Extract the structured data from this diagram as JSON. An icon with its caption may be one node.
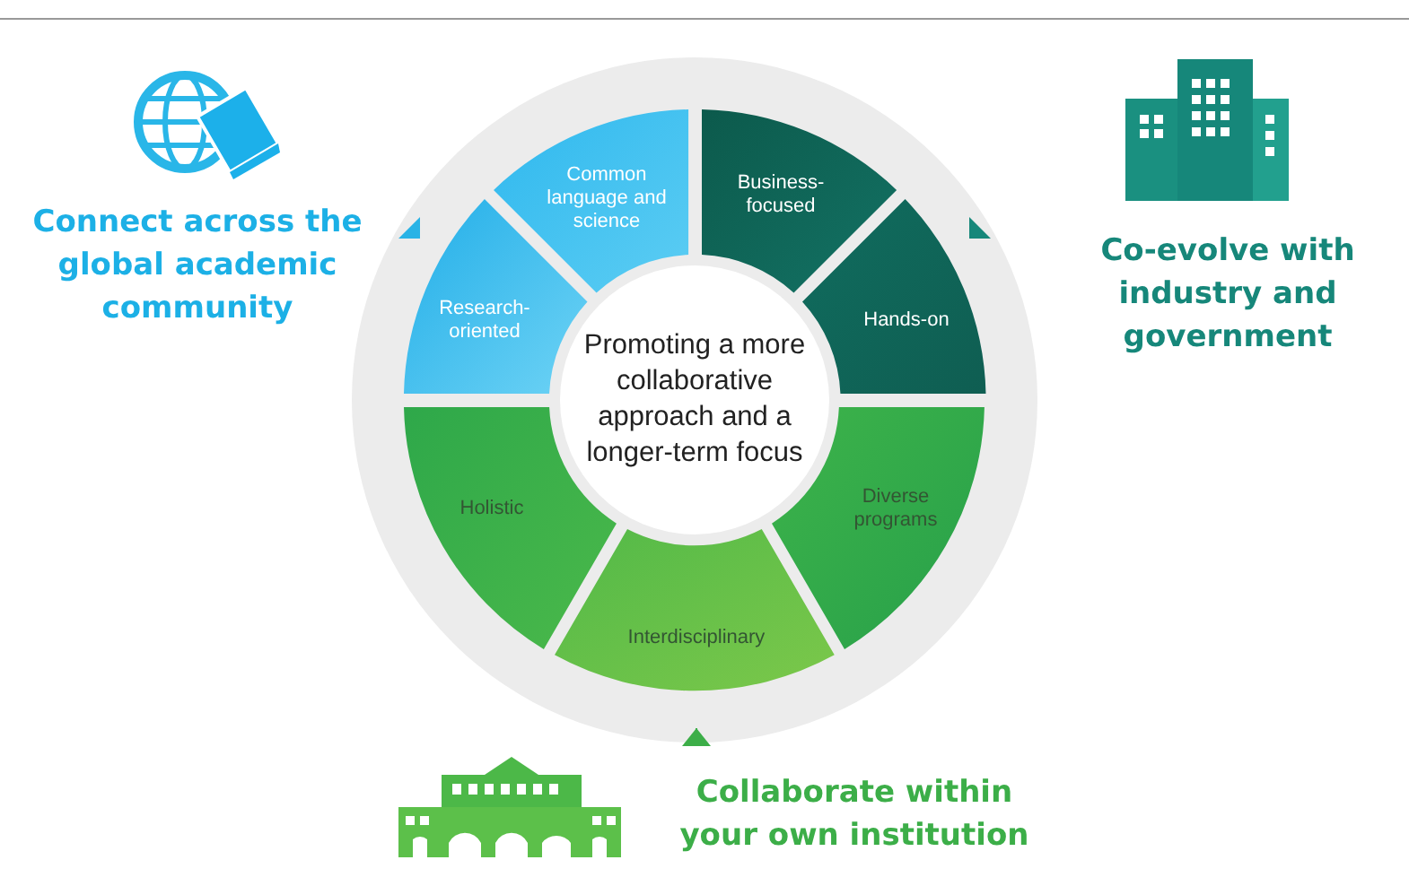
{
  "diagram": {
    "nodes": [
      {
        "text": [
          "Connect across the global academic community"
        ]
      },
      {
        "text": [
          "Co-evolve with industry and government"
        ]
      },
      {
        "text": [
          "Promoting a more collaborative approach and a longer-term focus"
        ]
      },
      {
        "text": [
          "Common language and science"
        ]
      },
      {
        "text": [
          "Business-focused"
        ]
      },
      {
        "text": [
          "Research-oriented"
        ]
      },
      {
        "text": [
          "Hands-on"
        ]
      },
      {
        "text": [
          "Holistic"
        ]
      },
      {
        "text": [
          "Diverse programs"
        ]
      },
      {
        "text": [
          "Interdisciplinary"
        ]
      },
      {
        "text": [
          "Collaborate within your own institution"
        ]
      }
    ],
    "edges": [
      {
        "from": 10,
        "to": 9,
        "arrow": "to"
      }
    ]
  }
}
